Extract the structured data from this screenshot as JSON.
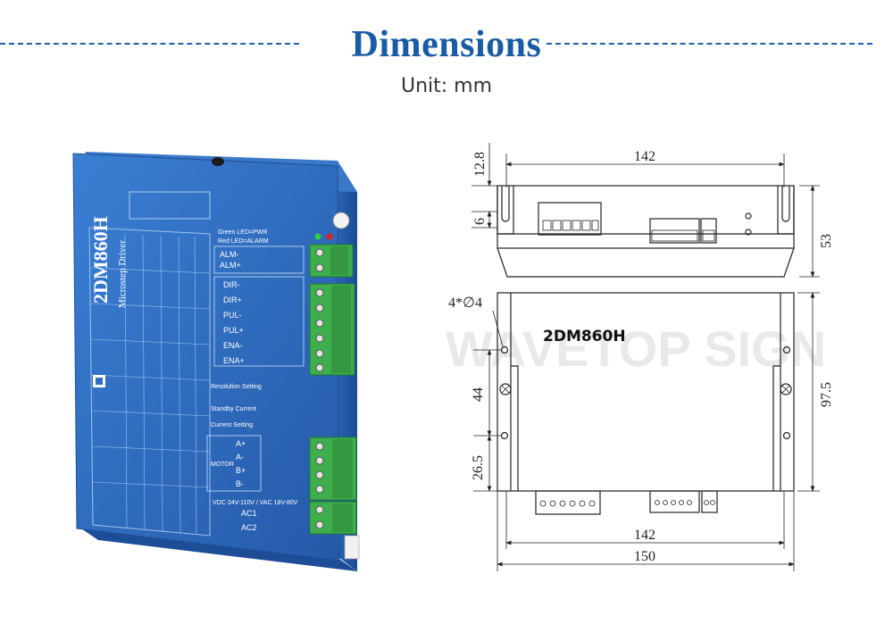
{
  "header": {
    "title": "Dimensions",
    "unit": "Unit: mm"
  },
  "product_photo": {
    "model": "2DM860H",
    "subtitle": "Microstep Driver",
    "led_label_1": "Green LED=PWR",
    "led_label_2": "Red LED=ALARM",
    "terminals": [
      "ALM-",
      "ALM+",
      "DIR-",
      "DIR+",
      "PUL-",
      "PUL+",
      "ENA-",
      "ENA+",
      "A+",
      "A-",
      "B+",
      "B-",
      "AC1",
      "AC2"
    ],
    "power_text": "VDC 24V-110V / VAC 18V-80V",
    "motor_label": "MOTOR",
    "resolution_label": "Resolution Setting",
    "current_label": "Current Setting",
    "standby_label": "Standby Current"
  },
  "drawing": {
    "top_view": {
      "width_label": "142",
      "flange_label": "12.8",
      "hole_offset_label": "6",
      "height_label": "53"
    },
    "front_view": {
      "hole_label": "4*∅4",
      "model_label": "2DM860H",
      "watermark": "WAVETOP SIGN",
      "inner_width_label": "142",
      "outer_width_label": "150",
      "height_label": "97.5",
      "hole_spacing_label": "44",
      "hole_bottom_label": "26.5"
    }
  },
  "colors": {
    "title": "#1a5ba6",
    "driver_body": "#2f6fc4",
    "terminal_green": "#3fae4c"
  }
}
